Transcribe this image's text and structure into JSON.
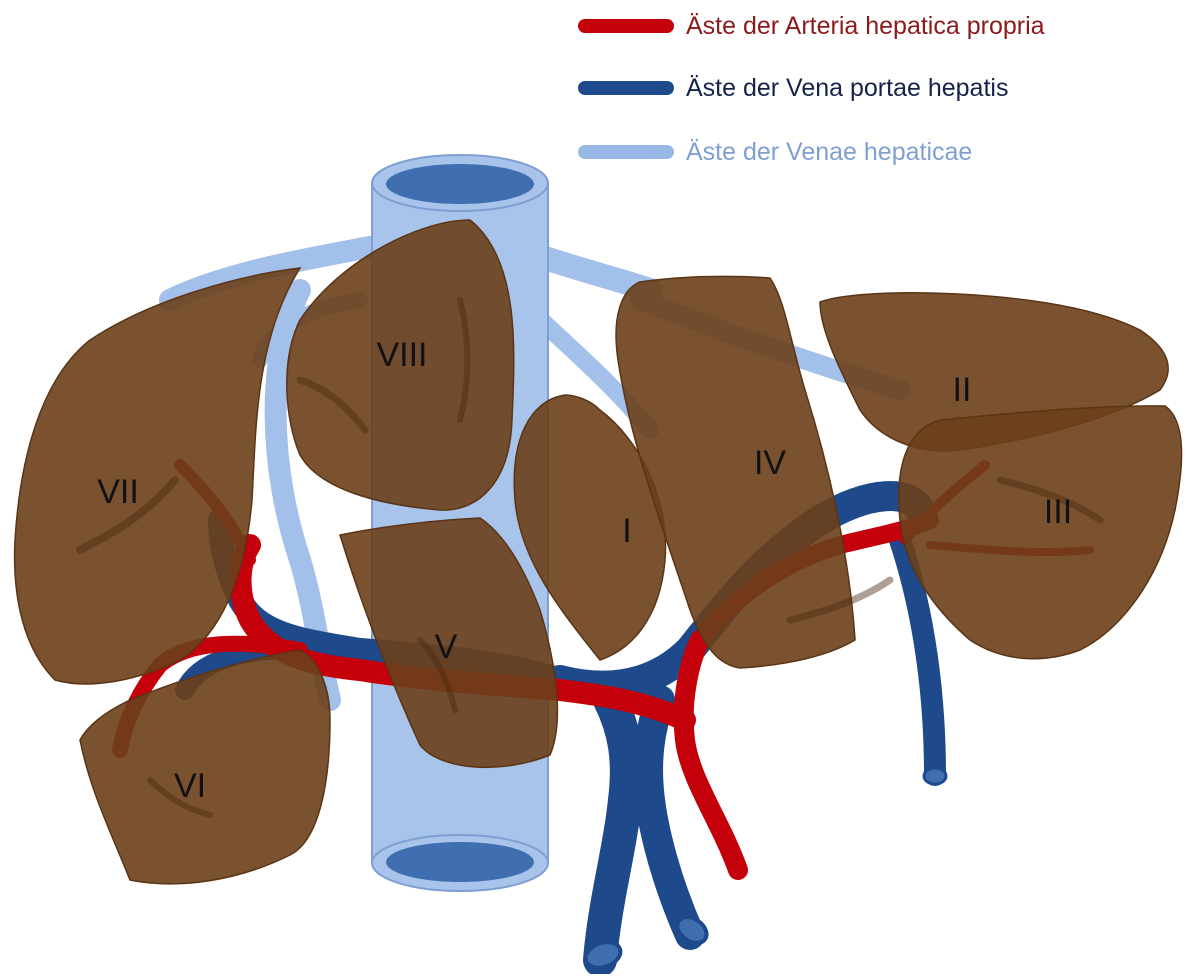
{
  "legend": {
    "artery": {
      "label": "Äste der Arteria hepatica propria",
      "color": "#c4000a",
      "text_color": "#8b1a1a"
    },
    "portal": {
      "label": "Äste der Vena portae hepatis",
      "color": "#1e4a8c",
      "text_color": "#15234a"
    },
    "hepatic": {
      "label": "Äste der Venae hepaticae",
      "color": "#97b7e6",
      "text_color": "#7f9fd3"
    }
  },
  "segments": {
    "s1": "I",
    "s2": "II",
    "s3": "III",
    "s4": "IV",
    "s5": "V",
    "s6": "VI",
    "s7": "VII",
    "s8": "VIII"
  },
  "colors": {
    "segment_fill": "#6b3f1a",
    "segment_edge": "#5a3414",
    "vena_cava": "#a9c4ea",
    "vena_cava_lumen": "#3f6fb0"
  }
}
